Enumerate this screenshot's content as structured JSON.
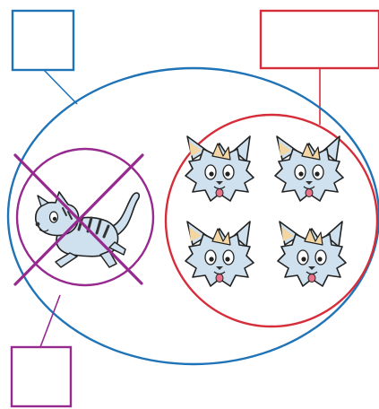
{
  "diagram": {
    "colors": {
      "blue": "#1f73b7",
      "red": "#d62d3a",
      "purple": "#962a8f",
      "kitten_fur": "#cfe1ee",
      "kitten_tuft": "#f4d6a2",
      "outline": "#222222"
    },
    "set_total": {
      "shape": "ellipse",
      "label_box": "",
      "member_count": 5
    },
    "subset_one": {
      "shape": "circle",
      "label_box": "",
      "member_count": 4,
      "members": [
        "kitten-face-icon",
        "kitten-face-icon",
        "kitten-face-icon",
        "kitten-face-icon"
      ]
    },
    "subset_two": {
      "shape": "circle",
      "label_box": "",
      "member_count": 1,
      "crossed_out": true,
      "members": [
        "running-kitten-icon"
      ]
    }
  }
}
